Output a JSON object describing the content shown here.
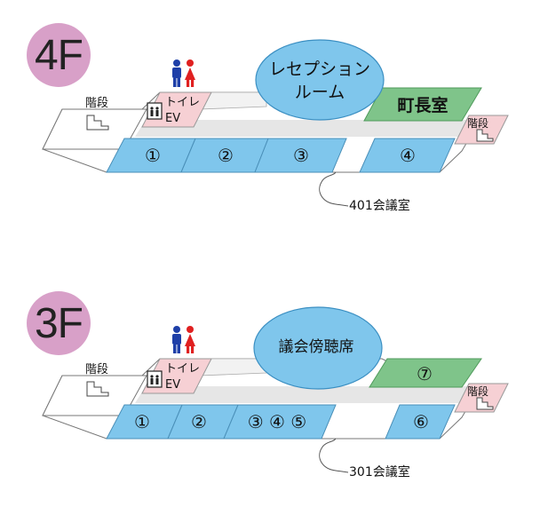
{
  "floors": [
    {
      "label": "4F",
      "stairs_left": "階段",
      "stairs_right": "階段",
      "toilet": "トイレ",
      "elevator": "EV",
      "hall_line1": "レセプション",
      "hall_line2": "ルーム",
      "office": "町長室",
      "room_a": "①",
      "room_b": "②",
      "room_c": "③",
      "room_d": "④",
      "meeting": "401会議室"
    },
    {
      "label": "3F",
      "stairs_left": "階段",
      "stairs_right": "階段",
      "toilet": "トイレ",
      "elevator": "EV",
      "hall_line1": "議会傍聴席",
      "office": "⑦",
      "room_a": "①",
      "room_b": "②",
      "room_c": "③ ④ ⑤",
      "room_d": "⑥",
      "meeting": "301会議室"
    }
  ],
  "colors": {
    "room_blue": "#7fc6ec",
    "hall_blue": "#7fc6ec",
    "office_green": "#7fc48a",
    "toilet_pink": "#f6d0d4",
    "corridor_gray": "#e6e6e6",
    "badge_pink": "#d8a0c8",
    "male_blue": "#1e3fa8",
    "female_red": "#e02020"
  }
}
